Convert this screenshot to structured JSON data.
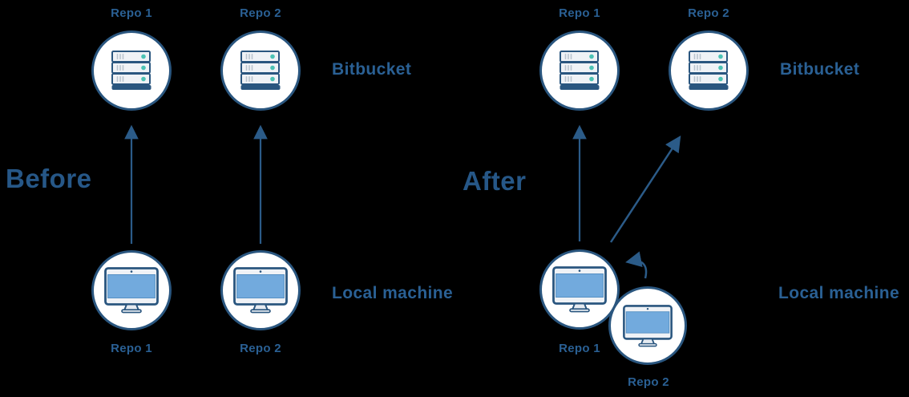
{
  "canvas": {
    "background": "#000000"
  },
  "colors": {
    "outline": "#2a567f",
    "arrow": "#2b5b88",
    "label_text": "#2a6094",
    "heading_text": "#265787",
    "screen_blue": "#72aadd",
    "status_teal": "#4cc3b5",
    "node_fill": "#ffffff"
  },
  "icons": {
    "remote_node": "server-icon",
    "local_node": "desktop-icon",
    "flow": "arrow-icon"
  },
  "sections": {
    "before": {
      "heading": "Before",
      "remote_row_label": "Bitbucket",
      "local_row_label": "Local machine",
      "remote_repos": [
        "Repo 1",
        "Repo 2"
      ],
      "local_repos": [
        "Repo 1",
        "Repo 2"
      ]
    },
    "after": {
      "heading": "After",
      "remote_row_label": "Bitbucket",
      "local_row_label": "Local machine",
      "remote_repos": [
        "Repo 1",
        "Repo 2"
      ],
      "local_repos": [
        "Repo 1",
        "Repo 2"
      ]
    }
  }
}
